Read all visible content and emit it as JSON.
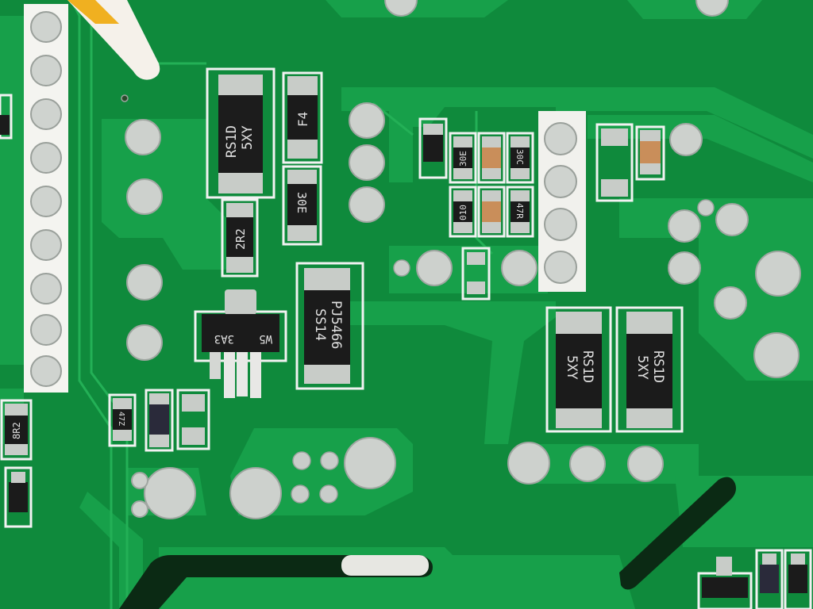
{
  "board": {
    "colors": {
      "solder_mask": "#0f8a3c",
      "trace": "#18a24a",
      "silkscreen": "#f2f2f2",
      "pad": "#c7ccc8",
      "component_body": "#1b1b1b"
    }
  },
  "components": {
    "diode_top_left": {
      "line1": "RS1D",
      "line2": "5XY"
    },
    "resistor_f4": {
      "label": "F4"
    },
    "resistor_30e_vertical": {
      "label": "30E"
    },
    "resistor_2r2": {
      "label": "2R2"
    },
    "regulator_sot223": {
      "line1": "W5",
      "line2": "3A3"
    },
    "ic_pj5466": {
      "line1": "PJ5466",
      "line2": "SS14"
    },
    "resistor_30e_small": {
      "label": "30E"
    },
    "resistor_30c_small": {
      "label": "30C"
    },
    "resistor_010": {
      "label": "010"
    },
    "resistor_47r": {
      "label": "47R"
    },
    "diode_right_1": {
      "line1": "RS1D",
      "line2": "5XY"
    },
    "diode_right_2": {
      "line1": "RS1D",
      "line2": "5XY"
    },
    "resistor_8r2": {
      "label": "8R2"
    },
    "resistor_47z": {
      "label": "47Z"
    }
  }
}
